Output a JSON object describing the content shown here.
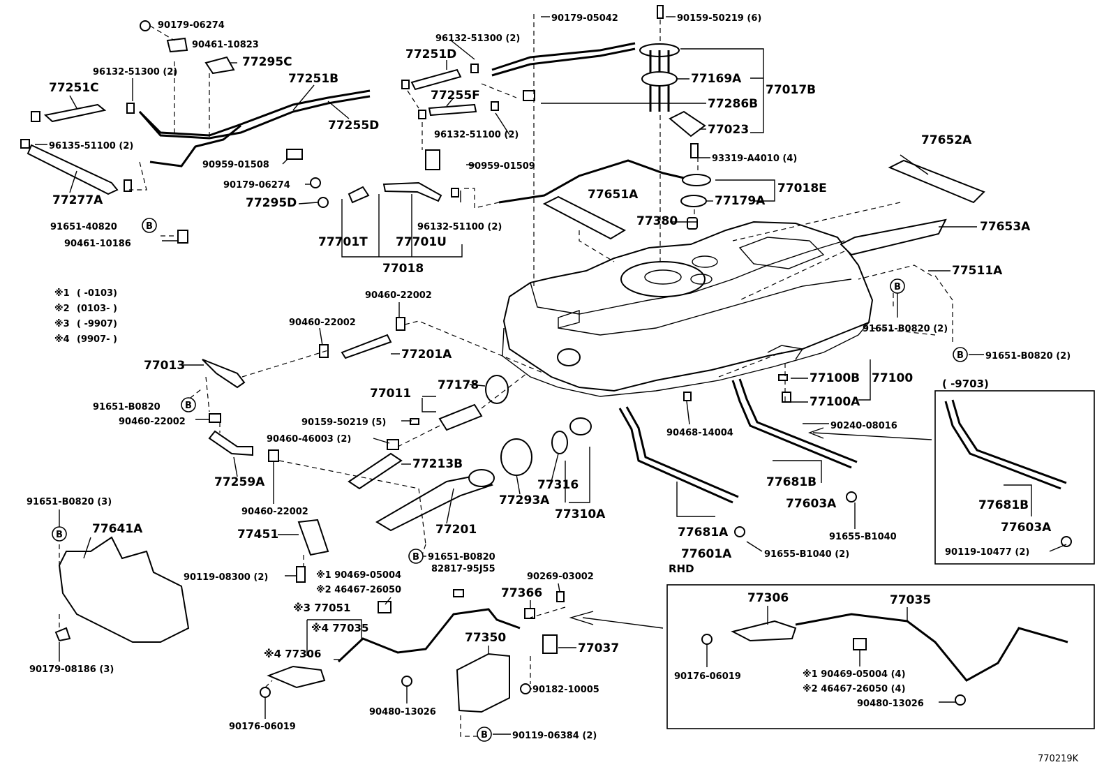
{
  "labels": {
    "p90179_06274_a": "90179-06274",
    "p90461_10823": "90461-10823",
    "p77295C": "77295C",
    "p96132_51300_a": "96132-51300 (2)",
    "p77251B": "77251B",
    "p77251C": "77251C",
    "p77255D": "77255D",
    "p96135_51100": "96135-51100 (2)",
    "p77277A": "77277A",
    "p90959_01508": "90959-01508",
    "p90179_06274_b": "90179-06274",
    "p77295D": "77295D",
    "p91651_40820": "91651-40820",
    "p90461_10186": "90461-10186",
    "p96132_51300_b": "96132-51300 (2)",
    "p77251D": "77251D",
    "p77255F": "77255F",
    "p96132_51100_a": "96132-51100 (2)",
    "p90959_01509": "90959-01509",
    "p77701T": "77701T",
    "p77701U": "77701U",
    "p96132_51100_b": "96132-51100 (2)",
    "p77018": "77018",
    "p90179_05042": "90179-05042",
    "p90159_50219_6": "90159-50219 (6)",
    "p77169A": "77169A",
    "p77017B": "77017B",
    "p77286B": "77286B",
    "p77023": "77023",
    "p93319_A4010": "93319-A4010 (4)",
    "p77018E": "77018E",
    "p77179A": "77179A",
    "p77651A": "77651A",
    "p77380": "77380",
    "p77652A": "77652A",
    "p77653A": "77653A",
    "p77511A": "77511A",
    "p91651_B0820_2a": "91651-B0820 (2)",
    "p91651_B0820_2b": "91651-B0820 (2)",
    "p77100B": "77100B",
    "p77100": "77100",
    "p77100A": "77100A",
    "p90468_14004": "90468-14004",
    "p90240_08016": "90240-08016",
    "p9703": "(      -9703)",
    "p77681B_a": "77681B",
    "p77603A_a": "77603A",
    "p77681B_b": "77681B",
    "p77603A_b": "77603A",
    "p90119_10477": "90119-10477 (2)",
    "p91655_B1040_a": "91655-B1040",
    "p91655_B1040_2": "91655-B1040 (2)",
    "p77681A": "77681A",
    "p77601A": "77601A",
    "p90460_22002_a": "90460-22002",
    "p90460_22002_b": "90460-22002",
    "p77201A": "77201A",
    "p77013": "77013",
    "p91651_B0820_c": "91651-B0820",
    "p90460_22002_c": "90460-22002",
    "p77259A": "77259A",
    "p77011": "77011",
    "p77178": "77178",
    "p90159_50219_5": "90159-50219 (5)",
    "p90460_46003": "90460-46003 (2)",
    "p77213B": "77213B",
    "p90460_22002_d": "90460-22002",
    "p77293A": "77293A",
    "p77316": "77316",
    "p77310A": "77310A",
    "p77201": "77201",
    "p91651_B0820_d": "91651-B0820",
    "p82817_95J55": "82817-95J55",
    "p91651_B0820_3": "91651-B0820 (3)",
    "p77641A": "77641A",
    "p90179_08186": "90179-08186 (3)",
    "p77451": "77451",
    "p90119_08300": "90119-08300 (2)",
    "p90469_05004_1": "※1 90469-05004",
    "p46467_26050_2": "※2 46467-26050",
    "p77051": "※3 77051",
    "p77035_4": "※4 77035",
    "p77306_4": "※4 77306",
    "p90176_06019_a": "90176-06019",
    "p90480_13026_a": "90480-13026",
    "p77350": "77350",
    "p90119_06384": "90119-06384 (2)",
    "p90269_03002": "90269-03002",
    "p77366": "77366",
    "p77037": "77037",
    "p90182_10005": "90182-10005",
    "rhd": "RHD",
    "p77306_r": "77306",
    "p77035_r": "77035",
    "p90176_06019_b": "90176-06019",
    "p90469_05004_4": "※1 90469-05004 (4)",
    "p46467_26050_4": "※2 46467-26050 (4)",
    "p90480_13026_b": "90480-13026",
    "ref": "770219K"
  },
  "legend": [
    {
      "mark": "※1",
      "range": "(        -0103)"
    },
    {
      "mark": "※2",
      "range": "(0103-        )"
    },
    {
      "mark": "※3",
      "range": "(        -9907)"
    },
    {
      "mark": "※4",
      "range": "(9907-        )"
    }
  ],
  "bolt_marker": "B"
}
